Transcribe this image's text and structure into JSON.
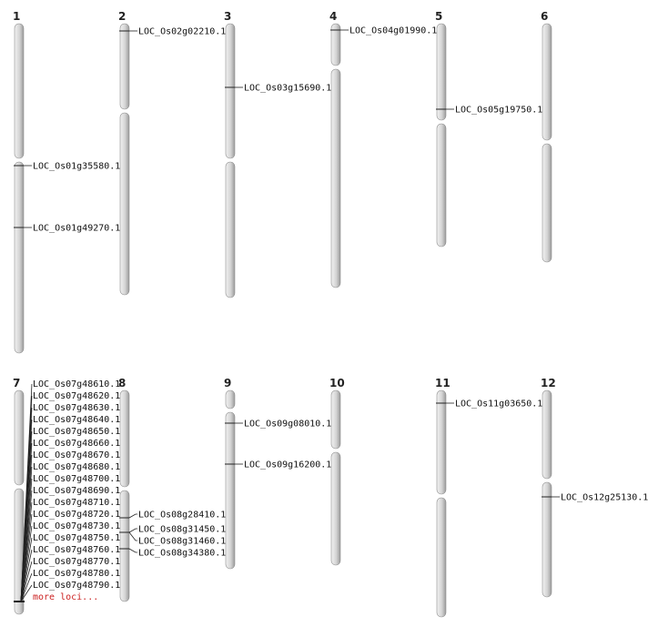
{
  "colors": {
    "chromosome": "#d9d9d9",
    "marker": "#222222",
    "more_loci": "#cc2222"
  },
  "more_loci_label": "more loci...",
  "chromosomes": [
    {
      "id": "1",
      "row": 0,
      "col": 0,
      "length": 362,
      "centromere": 150,
      "loci": [
        "LOC_Os01g35580.1",
        "LOC_Os01g49270.1"
      ],
      "positions": [
        156,
        224
      ]
    },
    {
      "id": "2",
      "row": 0,
      "col": 1,
      "length": 298,
      "centromere": 96,
      "loci": [
        "LOC_Os02g02210.1"
      ],
      "positions": [
        8
      ]
    },
    {
      "id": "3",
      "row": 0,
      "col": 2,
      "length": 301,
      "centromere": 150,
      "loci": [
        "LOC_Os03g15690.1"
      ],
      "positions": [
        70
      ]
    },
    {
      "id": "4",
      "row": 0,
      "col": 3,
      "length": 290,
      "centromere": 48,
      "loci": [
        "LOC_Os04g01990.1"
      ],
      "positions": [
        7
      ]
    },
    {
      "id": "5",
      "row": 0,
      "col": 4,
      "length": 245,
      "centromere": 108,
      "loci": [
        "LOC_Os05g19750.1"
      ],
      "positions": [
        94
      ]
    },
    {
      "id": "6",
      "row": 0,
      "col": 5,
      "length": 262,
      "centromere": 130,
      "loci": [],
      "positions": []
    },
    {
      "id": "7",
      "row": 1,
      "col": 0,
      "length": 246,
      "centromere": 106,
      "loci": [
        "LOC_Os07g48610.1",
        "LOC_Os07g48620.1",
        "LOC_Os07g48630.1",
        "LOC_Os07g48640.1",
        "LOC_Os07g48650.1",
        "LOC_Os07g48660.1",
        "LOC_Os07g48670.1",
        "LOC_Os07g48680.1",
        "LOC_Os07g48700.1",
        "LOC_Os07g48690.1",
        "LOC_Os07g48710.1",
        "LOC_Os07g48720.1",
        "LOC_Os07g48730.1",
        "LOC_Os07g48750.1",
        "LOC_Os07g48760.1",
        "LOC_Os07g48770.1",
        "LOC_Os07g48780.1",
        "LOC_Os07g48790.1"
      ],
      "positions": [
        232,
        232,
        232,
        232,
        232,
        232,
        232,
        232,
        232,
        232,
        232,
        232,
        232,
        232,
        232,
        232,
        232,
        232
      ],
      "has_more": true
    },
    {
      "id": "8",
      "row": 1,
      "col": 1,
      "length": 232,
      "centromere": 108,
      "loci": [
        "LOC_Os08g28410.1",
        "LOC_Os08g31450.1",
        "LOC_Os08g31460.1",
        "LOC_Os08g34380.1"
      ],
      "positions": [
        140,
        156,
        156,
        174
      ]
    },
    {
      "id": "9",
      "row": 1,
      "col": 2,
      "length": 196,
      "centromere": 22,
      "loci": [
        "LOC_Os09g08010.1",
        "LOC_Os09g16200.1"
      ],
      "positions": [
        36,
        81
      ]
    },
    {
      "id": "10",
      "row": 1,
      "col": 3,
      "length": 192,
      "centromere": 66,
      "loci": [],
      "positions": []
    },
    {
      "id": "11",
      "row": 1,
      "col": 4,
      "length": 249,
      "centromere": 116,
      "loci": [
        "LOC_Os11g03650.1"
      ],
      "positions": [
        14
      ]
    },
    {
      "id": "12",
      "row": 1,
      "col": 5,
      "length": 227,
      "centromere": 99,
      "loci": [
        "LOC_Os12g25130.1"
      ],
      "positions": [
        117
      ]
    }
  ]
}
